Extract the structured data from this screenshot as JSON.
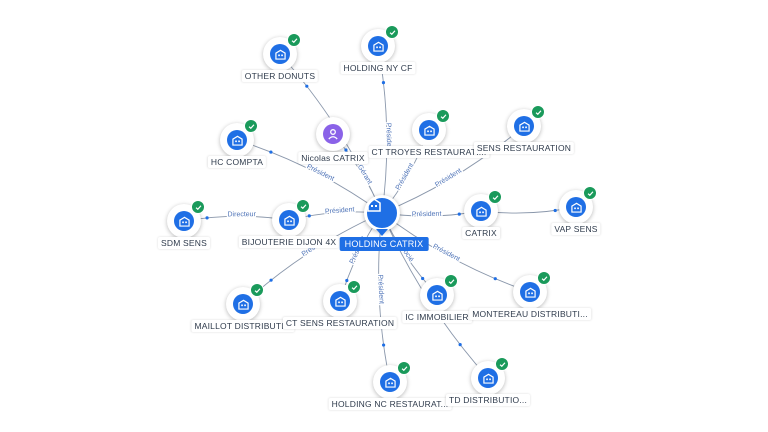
{
  "center": {
    "label": "HOLDING CATRIX",
    "icon": "building-icon"
  },
  "nodes": [
    {
      "id": "other_donuts",
      "label": "OTHER DONUTS",
      "type": "company"
    },
    {
      "id": "holding_ny_cf",
      "label": "HOLDING NY CF",
      "type": "company"
    },
    {
      "id": "nicolas_catrix",
      "label": "Nicolas CATRIX",
      "type": "person"
    },
    {
      "id": "ct_troyes",
      "label": "CT TROYES RESTAURATI...",
      "type": "company"
    },
    {
      "id": "sens_restauration",
      "label": "SENS RESTAURATION",
      "type": "company"
    },
    {
      "id": "hc_compta",
      "label": "HC COMPTA",
      "type": "company"
    },
    {
      "id": "sdm_sens",
      "label": "SDM SENS",
      "type": "company"
    },
    {
      "id": "bijouterie",
      "label": "BIJOUTERIE DIJON 4X",
      "type": "company"
    },
    {
      "id": "catrix",
      "label": "CATRIX",
      "type": "company"
    },
    {
      "id": "vap_sens",
      "label": "VAP SENS",
      "type": "company"
    },
    {
      "id": "maillot",
      "label": "MAILLOT DISTRIBUTI...",
      "type": "company"
    },
    {
      "id": "ct_sens",
      "label": "CT SENS RESTAURATION",
      "type": "company"
    },
    {
      "id": "ic_immobilier",
      "label": "IC IMMOBILIER",
      "type": "company"
    },
    {
      "id": "montereau",
      "label": "MONTEREAU DISTRIBUTI...",
      "type": "company"
    },
    {
      "id": "holding_nc",
      "label": "HOLDING NC RESTAURAT...",
      "type": "company"
    },
    {
      "id": "td_distrib",
      "label": "TD DISTRIBUTIO...",
      "type": "company"
    }
  ],
  "edges": [
    {
      "from": "center",
      "to": "other_donuts",
      "label": ""
    },
    {
      "from": "center",
      "to": "holding_ny_cf",
      "label": "Président"
    },
    {
      "from": "center",
      "to": "nicolas_catrix",
      "label": "Gérant"
    },
    {
      "from": "center",
      "to": "ct_troyes",
      "label": "Président"
    },
    {
      "from": "center",
      "to": "sens_restauration",
      "label": "Président"
    },
    {
      "from": "center",
      "to": "hc_compta",
      "label": "Président"
    },
    {
      "from": "center",
      "to": "bijouterie",
      "label": "Président"
    },
    {
      "from": "bijouterie",
      "to": "sdm_sens",
      "label": "Directeur"
    },
    {
      "from": "center",
      "to": "catrix",
      "label": "Président"
    },
    {
      "from": "catrix",
      "to": "vap_sens",
      "label": ""
    },
    {
      "from": "center",
      "to": "maillot",
      "label": "Président"
    },
    {
      "from": "center",
      "to": "ct_sens",
      "label": "Président"
    },
    {
      "from": "center",
      "to": "ic_immobilier",
      "label": "Associé"
    },
    {
      "from": "center",
      "to": "montereau",
      "label": "Président"
    },
    {
      "from": "center",
      "to": "holding_nc",
      "label": "Président"
    },
    {
      "from": "center",
      "to": "td_distrib",
      "label": ""
    }
  ],
  "colors": {
    "accent": "#1f6fe5",
    "person": "#8a62e8",
    "check": "#1a9a5b",
    "edge": "#8a97ab",
    "edge_label": "#4f74b8"
  }
}
